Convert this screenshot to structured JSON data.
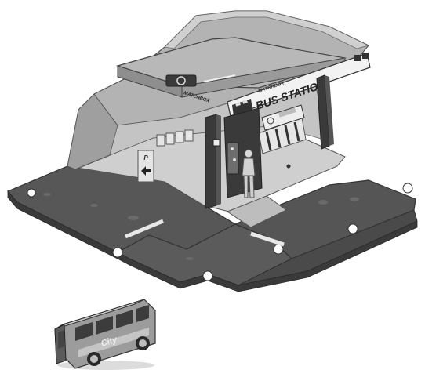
{
  "image": {
    "background": "#ffffff",
    "palette": {
      "tile_dark": "#545454",
      "tile_mid": "#6a6a6a",
      "tile_edge": "#3c3c3c",
      "floor_light": "#cfcfcf",
      "wall": "#b5b5b5",
      "roof": "#a8a8a8",
      "roof_top": "#c2c2c2",
      "pillar": "#3a3a3a",
      "sign_bg": "#f2f2f2"
    }
  },
  "playset": {
    "brand_label": "MATCHBOX",
    "sign": {
      "brand": "MATCHBOX",
      "title": "BUS STATION"
    },
    "roof_brand": "MATCHBOX",
    "wall_sign_letter": "P"
  },
  "bus": {
    "brand": "City"
  }
}
